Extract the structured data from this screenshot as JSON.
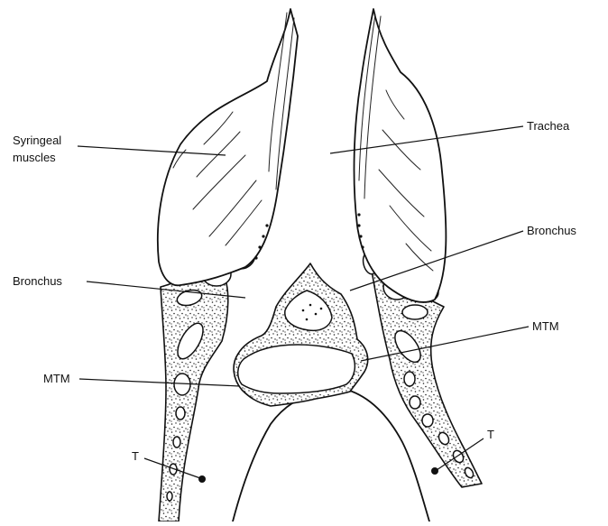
{
  "labels": {
    "syringeal_muscles_line1": "Syringeal",
    "syringeal_muscles_line2": "muscles",
    "trachea": "Trachea",
    "bronchus_left": "Bronchus",
    "bronchus_right": "Bronchus",
    "mtm_left": "MTM",
    "mtm_right": "MTM",
    "t_left": "T",
    "t_right": "T"
  },
  "colors": {
    "ink": "#111111",
    "background": "#ffffff"
  }
}
